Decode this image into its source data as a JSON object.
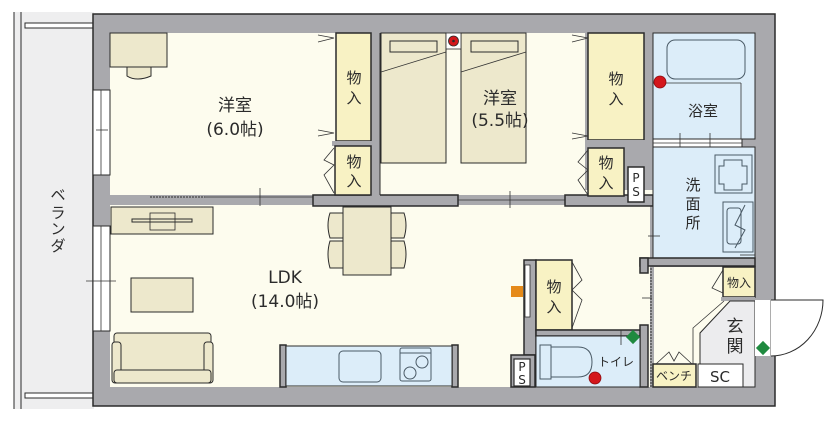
{
  "floorplan": {
    "rooms": {
      "western_room_1": {
        "name": "洋室",
        "size": "(6.0帖)"
      },
      "western_room_2": {
        "name": "洋室",
        "size": "(5.5帖)"
      },
      "ldk": {
        "name": "LDK",
        "size": "(14.0帖)"
      },
      "bathroom": {
        "name": "浴室"
      },
      "washroom": {
        "name_lines": [
          "洗",
          "面",
          "所"
        ]
      },
      "toilet": {
        "name": "トイレ"
      },
      "entrance": {
        "name_lines": [
          "玄",
          "関"
        ]
      },
      "balcony": {
        "name_chars": [
          "ベ",
          "ラ",
          "ン",
          "ダ"
        ]
      }
    },
    "closets": {
      "storage_label_lines": [
        "物",
        "入"
      ],
      "storage_label_inline": "物入"
    },
    "fixtures": {
      "pipe_space": [
        "P",
        "S"
      ],
      "bench": "ベンチ",
      "shoe_cabinet": "SC"
    },
    "colors": {
      "wall": "#a9a9ad",
      "floor": "#fdfcee",
      "wet_area": "#dcedf9",
      "closet": "#f8f2c4",
      "furniture": "#ede8cc",
      "balcony": "#eeeeef",
      "sensor_red": "#d4171c",
      "marker_green": "#1f8a3f",
      "marker_orange": "#e58a1a"
    }
  }
}
